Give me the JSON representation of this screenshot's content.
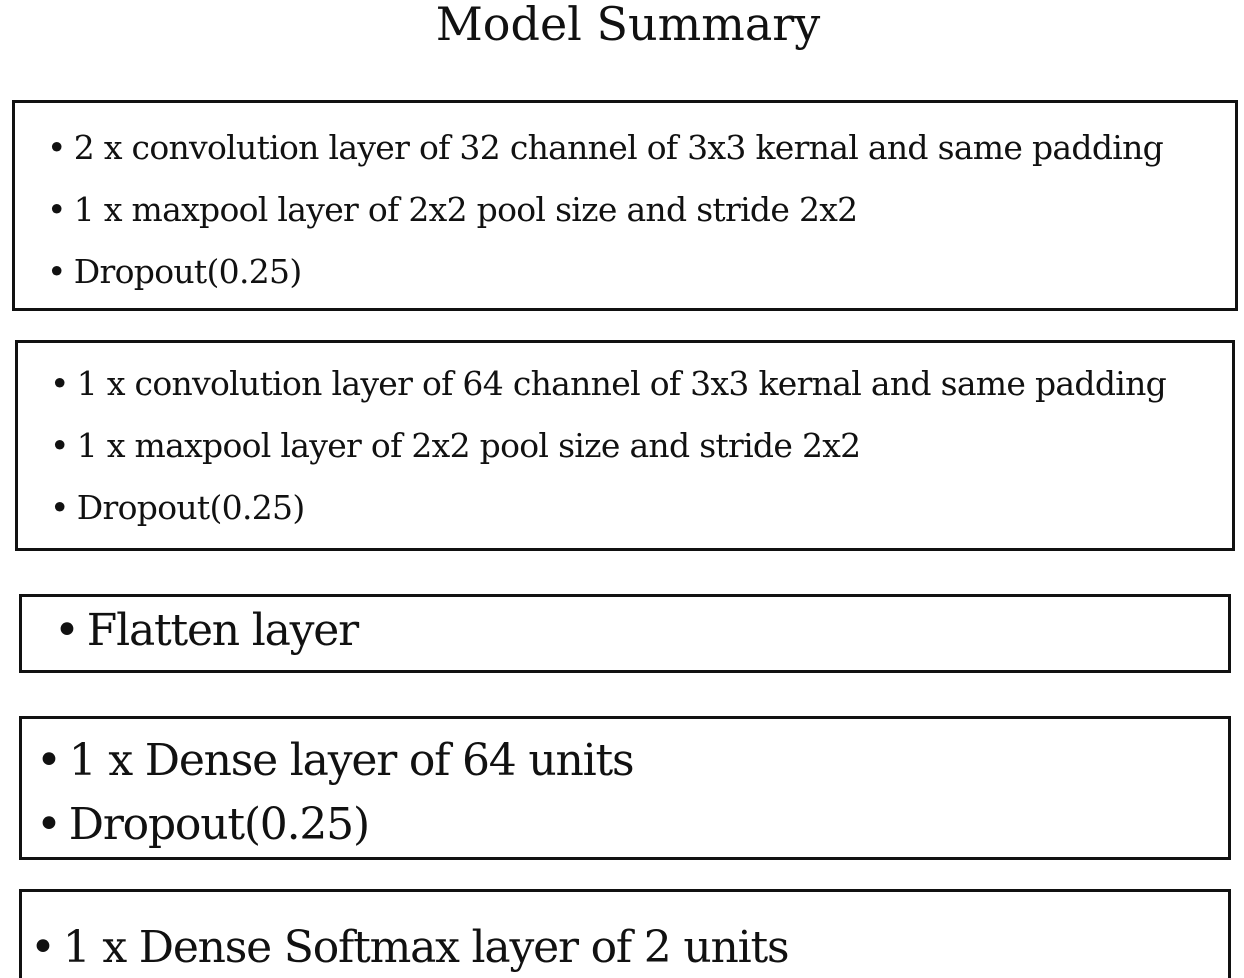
{
  "title": "Model Summary",
  "bullet": "•",
  "blocks": [
    {
      "items": [
        "2 x convolution layer of 32 channel of 3x3 kernal and same padding",
        "1 x maxpool layer of 2x2 pool size and stride 2x2",
        "Dropout(0.25)"
      ]
    },
    {
      "items": [
        "1 x convolution layer of 64 channel of 3x3 kernal and same padding",
        "1 x maxpool layer of 2x2 pool size and stride 2x2",
        "Dropout(0.25)"
      ]
    },
    {
      "items": [
        "Flatten layer"
      ]
    },
    {
      "items": [
        "1 x Dense layer of 64 units",
        "Dropout(0.25)"
      ]
    },
    {
      "items": [
        "1 x Dense Softmax layer of 2 units"
      ]
    }
  ]
}
